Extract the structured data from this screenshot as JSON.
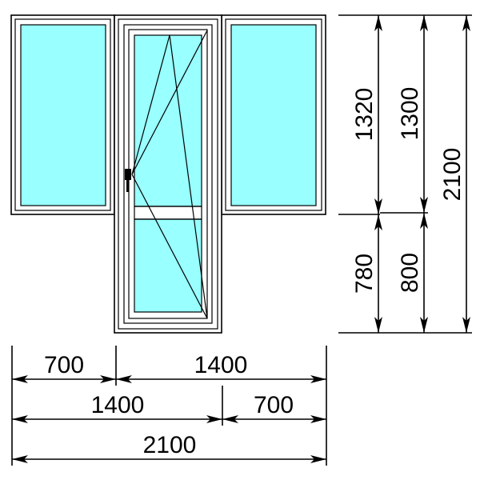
{
  "colors": {
    "glass": "#99ffff",
    "frame": "#ffffff",
    "line": "#000000"
  },
  "horizontal_dimensions": {
    "row1_left": "700",
    "row1_right": "1400",
    "row2_left": "1400",
    "row2_right": "700",
    "row3_total": "2100"
  },
  "vertical_dimensions": {
    "col1_top": "1320",
    "col1_bottom": "780",
    "col2_top": "1300",
    "col2_bottom": "800",
    "col3_total": "2100"
  }
}
